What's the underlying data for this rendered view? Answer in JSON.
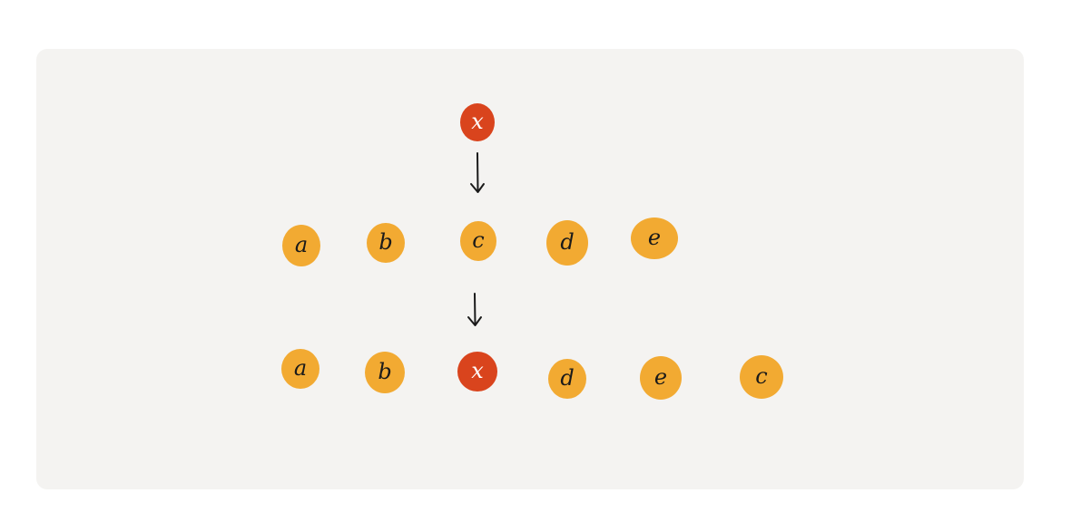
{
  "colors": {
    "background": "#f4f3f1",
    "node_orange": "#f2aa32",
    "node_red": "#d9441d",
    "arrow": "#1a1a1a",
    "inserted_label": "#ffffff"
  },
  "inserted": {
    "label": "x"
  },
  "row_initial": {
    "nodes": [
      {
        "label": "a"
      },
      {
        "label": "b"
      },
      {
        "label": "c"
      },
      {
        "label": "d"
      },
      {
        "label": "e"
      }
    ]
  },
  "row_result": {
    "nodes": [
      {
        "label": "a"
      },
      {
        "label": "b"
      },
      {
        "label": "x"
      },
      {
        "label": "d"
      },
      {
        "label": "e"
      },
      {
        "label": "c"
      }
    ]
  },
  "arrows": [
    {
      "direction": "down"
    },
    {
      "direction": "down"
    }
  ]
}
